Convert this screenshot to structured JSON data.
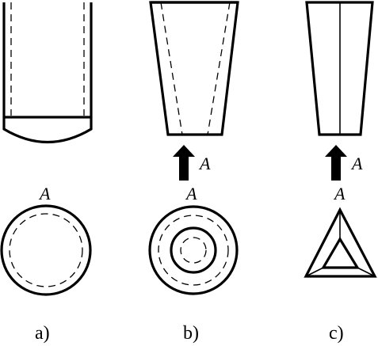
{
  "figures": [
    {
      "caption": "a)",
      "view_label": "A"
    },
    {
      "caption": "b)",
      "view_label": "A",
      "arrow_label": "A"
    },
    {
      "caption": "c)",
      "view_label": "A",
      "arrow_label": "A"
    }
  ]
}
